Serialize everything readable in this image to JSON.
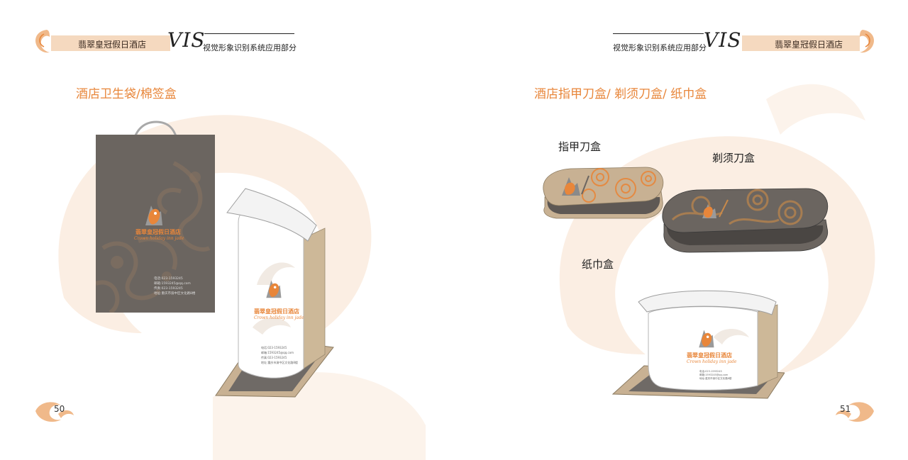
{
  "header": {
    "hotel_name": "翡翠皇冠假日酒店",
    "vis": "VIS",
    "subtitle": "视觉形象识别系统应用部分"
  },
  "left_page": {
    "section_title": "酒店卫生袋/棉签盒",
    "page_number": "50",
    "bag_logo": {
      "name": "翡翠皇冠假日酒店",
      "slogan": "Crown holiday inn jade",
      "contact": [
        "电话:023-1593245",
        "邮箱:1593245@qq.com",
        "传真:023-1593245",
        "地址:重庆市渝中区文化路8楼"
      ]
    },
    "box_logo": {
      "name": "翡翠皇冠假日酒店",
      "slogan": "Crown holiday inn jade",
      "contact": [
        "电话:023-1593245",
        "邮箱:1593245@qq.com",
        "传真:023-1593245",
        "地址:重庆市渝中区文化路8楼"
      ]
    }
  },
  "right_page": {
    "section_title": "酒店指甲刀盒/ 剃须刀盒/ 纸巾盒",
    "page_number": "51",
    "nail_box_label": "指甲刀盒",
    "razor_box_label": "剃须刀盒",
    "tissue_box_label": "纸巾盒",
    "tissue_logo": {
      "name": "翡翠皇冠假日酒店",
      "slogan": "Crown holiday inn jade",
      "contact": [
        "电话:023-1593245",
        "邮箱:1593245@qq.com",
        "地址:重庆市渝中区文化路8楼"
      ]
    }
  },
  "colors": {
    "accent": "#e8863a",
    "header_band": "#f5d9bf",
    "bag_gray": "#6b6560",
    "tan": "#c8b193",
    "watermark": "#fbeee3"
  }
}
